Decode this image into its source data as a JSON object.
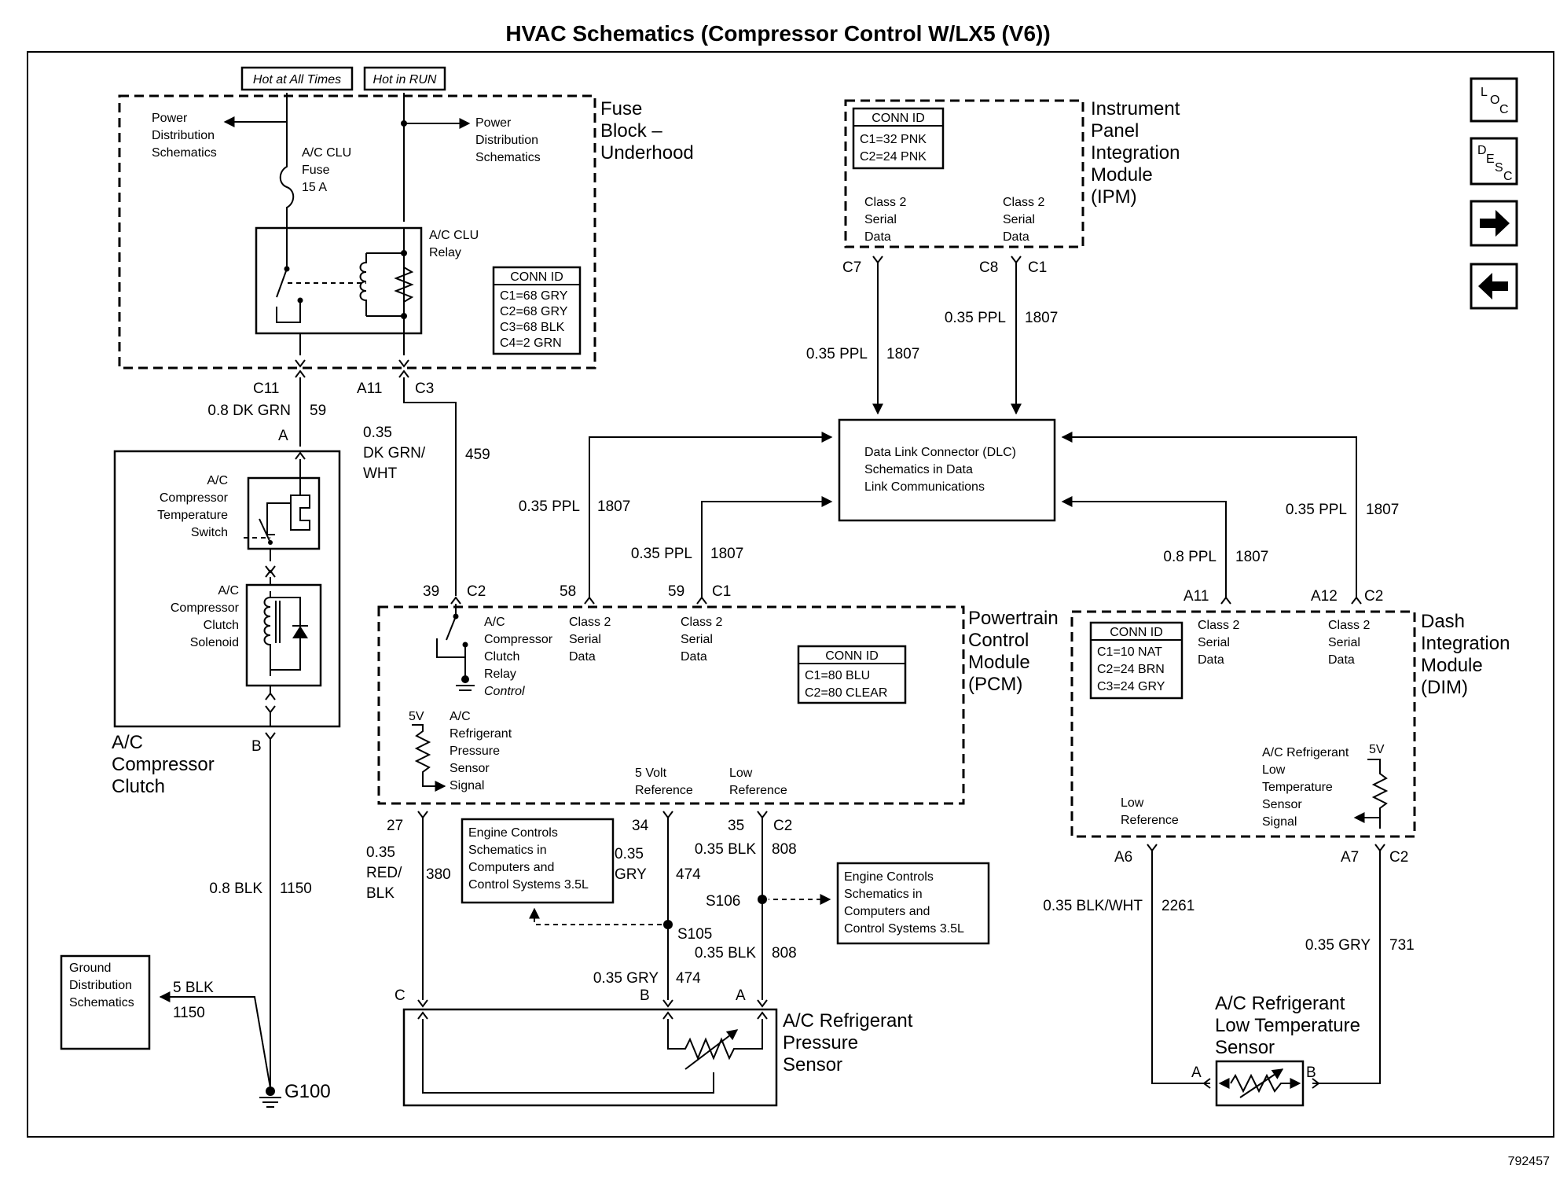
{
  "title": "HVAC Schematics (Compressor Control W/LX5 (V6))",
  "figure_id": "792457",
  "nav": {
    "loc": [
      "L",
      "O",
      "C"
    ],
    "desc": [
      "D",
      "E",
      "S",
      "C"
    ],
    "next_icon": "arrow-right-icon",
    "prev_icon": "arrow-left-icon"
  },
  "sources": {
    "hot_at_all_times": "Hot at All Times",
    "hot_in_run": "Hot in RUN"
  },
  "fuse_block": {
    "name": [
      "Fuse",
      "Block –",
      "Underhood"
    ],
    "power_left": [
      "Power",
      "Distribution",
      "Schematics"
    ],
    "power_right": [
      "Power",
      "Distribution",
      "Schematics"
    ],
    "fuse": [
      "A/C CLU",
      "Fuse",
      "15 A"
    ],
    "relay": [
      "A/C CLU",
      "Relay"
    ],
    "conn_title": "CONN ID",
    "conn": [
      "C1=68 GRY",
      "C2=68 GRY",
      "C3=68 BLK",
      "C4=2 GRN"
    ]
  },
  "ipm": {
    "name": [
      "Instrument",
      "Panel",
      "Integration",
      "Module",
      "(IPM)"
    ],
    "conn_title": "CONN ID",
    "conn": [
      "C1=32 PNK",
      "C2=24 PNK"
    ],
    "left_data": [
      "Class 2",
      "Serial",
      "Data"
    ],
    "right_data": [
      "Class 2",
      "Serial",
      "Data"
    ],
    "pin_left": "C7",
    "pin_right": "C8",
    "conn_right": "C1"
  },
  "dlc": [
    "Data Link Connector (DLC)",
    "Schematics in Data",
    "Link Communications"
  ],
  "compressor": {
    "name": [
      "A/C",
      "Compressor",
      "Clutch"
    ],
    "temp_switch": [
      "A/C",
      "Compressor",
      "Temperature",
      "Switch"
    ],
    "solenoid": [
      "A/C",
      "Compressor",
      "Clutch",
      "Solenoid"
    ],
    "pin_top": "A",
    "pin_bottom": "B"
  },
  "pcm": {
    "name": [
      "Powertrain",
      "Control",
      "Module",
      "(PCM)"
    ],
    "relay_control": [
      "A/C",
      "Compressor",
      "Clutch",
      "Relay",
      "Control"
    ],
    "class2_a": [
      "Class 2",
      "Serial",
      "Data"
    ],
    "class2_b": [
      "Class 2",
      "Serial",
      "Data"
    ],
    "conn_title": "CONN ID",
    "conn": [
      "C1=80 BLU",
      "C2=80 CLEAR"
    ],
    "five_v": "5V",
    "pressure_signal": [
      "A/C",
      "Refrigerant",
      "Pressure",
      "Sensor",
      "Signal"
    ],
    "five_volt_ref": [
      "5 Volt",
      "Reference"
    ],
    "low_ref": [
      "Low",
      "Reference"
    ]
  },
  "dim": {
    "name": [
      "Dash",
      "Integration",
      "Module",
      "(DIM)"
    ],
    "conn_title": "CONN ID",
    "conn": [
      "C1=10 NAT",
      "C2=24 BRN",
      "C3=24 GRY"
    ],
    "class2_a": [
      "Class 2",
      "Serial",
      "Data"
    ],
    "class2_b": [
      "Class 2",
      "Serial",
      "Data"
    ],
    "five_v": "5V",
    "temp_signal": [
      "A/C Refrigerant",
      "Low",
      "Temperature",
      "Sensor",
      "Signal"
    ],
    "low_ref": [
      "Low",
      "Reference"
    ]
  },
  "engine_ref_a": [
    "Engine Controls",
    "Schematics in",
    "Computers and",
    "Control Systems 3.5L"
  ],
  "engine_ref_b": [
    "Engine Controls",
    "Schematics in",
    "Computers and",
    "Control Systems 3.5L"
  ],
  "pressure_sensor": {
    "name": [
      "A/C Refrigerant",
      "Pressure",
      "Sensor"
    ],
    "pin_c": "C",
    "pin_b": "B",
    "pin_a": "A"
  },
  "temp_sensor": {
    "name": [
      "A/C Refrigerant",
      "Low Temperature",
      "Sensor"
    ],
    "pin_a": "A",
    "pin_b": "B"
  },
  "ground": {
    "box": [
      "Ground",
      "Distribution",
      "Schematics"
    ],
    "wire": [
      "5 BLK",
      "1150"
    ],
    "point": "G100"
  },
  "splices": {
    "s105": "S105",
    "s106": "S106"
  },
  "pins": {
    "c11": "C11",
    "a11": "A11",
    "c3": "C3",
    "p39": "39",
    "c2": "C2",
    "p58": "58",
    "p59": "59",
    "c1": "C1",
    "dim_a11": "A11",
    "dim_a12": "A12",
    "dim_c2": "C2",
    "p27": "27",
    "p34": "34",
    "p35": "35",
    "pcm_c2b": "C2",
    "dim_a6": "A6",
    "dim_a7": "A7",
    "dim_c2b": "C2"
  },
  "wires": {
    "w59": [
      "0.8 DK GRN",
      "59"
    ],
    "w459": [
      "0.35",
      "DK GRN/",
      "WHT",
      "459"
    ],
    "w1150": [
      "0.8 BLK",
      "1150"
    ],
    "ipm_left": [
      "0.35 PPL",
      "1807"
    ],
    "ipm_right": [
      "0.35 PPL",
      "1807"
    ],
    "pcm58": [
      "0.35 PPL",
      "1807"
    ],
    "pcm59": [
      "0.35 PPL",
      "1807"
    ],
    "dim_a11": [
      "0.8 PPL",
      "1807"
    ],
    "dim_a12": [
      "0.35 PPL",
      "1807"
    ],
    "w380": [
      "0.35",
      "RED/",
      "BLK",
      "380"
    ],
    "w474": [
      "0.35",
      "GRY",
      "474"
    ],
    "w808": [
      "0.35 BLK",
      "808"
    ],
    "w808b": [
      "0.35 BLK",
      "808"
    ],
    "w474b": [
      "0.35 GRY",
      "474"
    ],
    "w2261": [
      "0.35 BLK/WHT",
      "2261"
    ],
    "w731": [
      "0.35 GRY",
      "731"
    ]
  }
}
